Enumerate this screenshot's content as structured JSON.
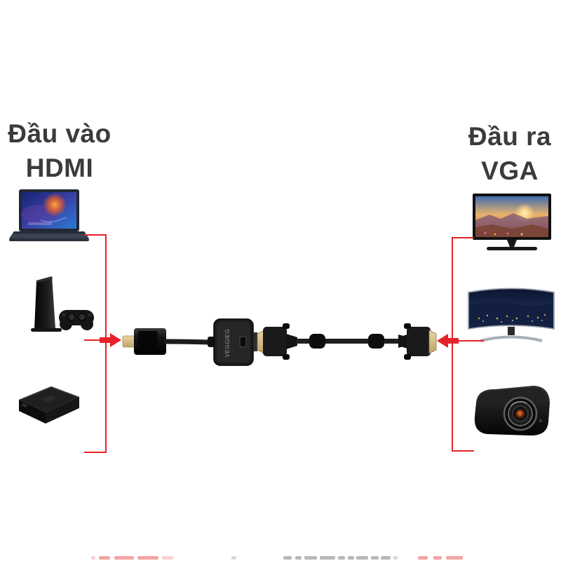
{
  "image": {
    "kind": "hdmi-to-vga-adapter-connection-diagram",
    "background": "#ffffff"
  },
  "labels": {
    "input": {
      "line1": "Đầu vào",
      "line2": "HDMI"
    },
    "output": {
      "line1": "Đầu ra",
      "line2": "VGA"
    }
  },
  "adapter": {
    "brand": "VEGGIEG",
    "left_connector": "hdmi-male-plug",
    "right_connector": "vga-cable-with-two-male-plugs-and-ferrite-beads"
  },
  "devices": {
    "input_side": [
      {
        "icon": "laptop-icon"
      },
      {
        "icon": "game-console-icon"
      },
      {
        "icon": "tv-box-icon"
      }
    ],
    "output_side": [
      {
        "icon": "monitor-icon"
      },
      {
        "icon": "curved-tv-icon"
      },
      {
        "icon": "projector-icon"
      }
    ]
  },
  "colors": {
    "accent_red": "#e62129",
    "title_text": "#3b3b3b",
    "device_black": "#141414",
    "hdmi_gold": "#d8c08c",
    "background": "#ffffff"
  },
  "bottom_strip": {
    "note": "partially cut-off watermark text at bottom edge (illegible)"
  }
}
